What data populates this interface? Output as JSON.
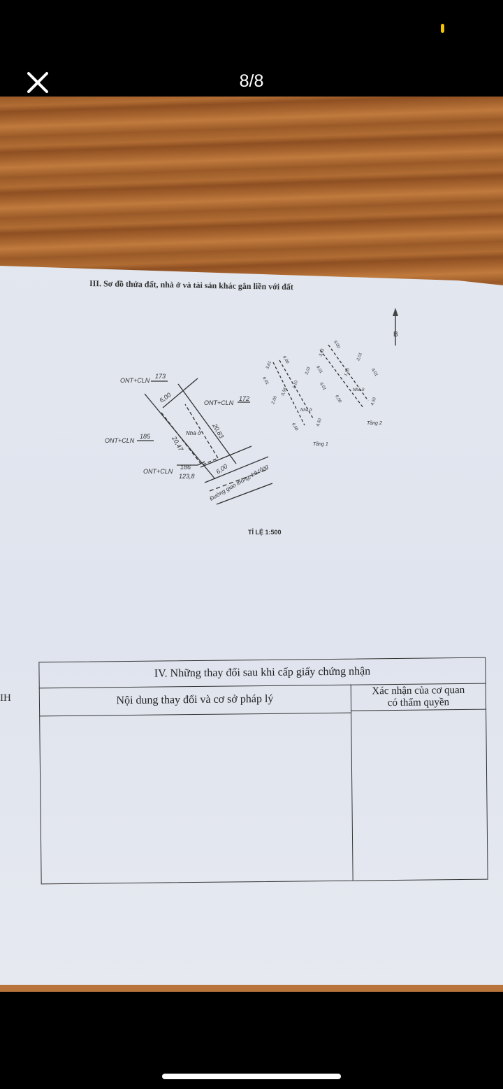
{
  "viewer": {
    "counter": "8/8",
    "close_icon": "close-icon",
    "status_indicator_color": "#f5c400"
  },
  "document": {
    "section3_title": "III. Sơ đồ thửa đất, nhà ở và tài sản khác gắn liền với đất",
    "north_label": "B",
    "parcels": [
      {
        "use": "ONT+CLN",
        "number": "173"
      },
      {
        "use": "ONT+CLN",
        "number": "172"
      },
      {
        "use": "ONT+CLN",
        "number": "185"
      },
      {
        "use": "ONT+CLN",
        "number": "186",
        "area": "123,8"
      }
    ],
    "dimensions": {
      "front_top": "6,00",
      "front_bottom": "6,00",
      "right_side": "20,83",
      "left_side": "20,47"
    },
    "house_label": "Nhà ở",
    "road_label": "Đường giao thông, bê tông",
    "floor1_label": "Tầng 1",
    "floor2_label": "Tầng 2",
    "floor1_dims": [
      "3,61",
      "6,00",
      "2,01",
      "6,01",
      "1,10",
      "2,00",
      "6,50",
      "4,50",
      "0,56",
      "6,01"
    ],
    "floor2_dims": [
      "3,61",
      "6,00",
      "2,01",
      "6,01",
      "1,50",
      "6,50",
      "4,50",
      "6,01"
    ],
    "scale": "TỈ LỆ 1:500",
    "section4_title": "IV. Những thay đổi sau khi cấp giấy chứng nhận",
    "col1_header": "Nội dung thay đổi và cơ sở pháp lý",
    "col2_header_line1": "Xác nhận của cơ quan",
    "col2_header_line2": "có thẩm quyền",
    "left_edge_text": "IH"
  }
}
